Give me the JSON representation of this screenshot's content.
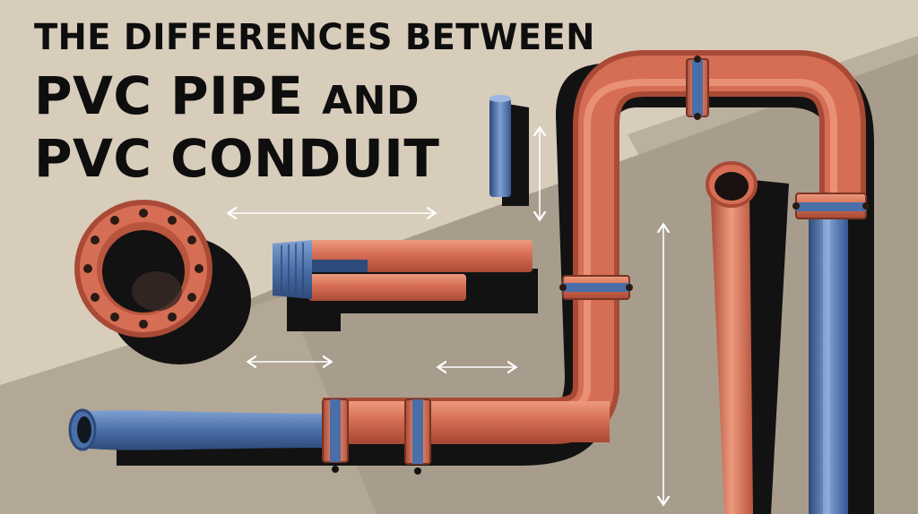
{
  "title": {
    "line1": "THE DIFFERENCES BETWEEN",
    "line2_main": "PVC PIPE",
    "line2_tail": "AND",
    "line3": "PVC CONDUIT"
  },
  "colors": {
    "background_light": "#d8ccbb",
    "background_shadow": "#a89d8c",
    "pipe_copper": "#d66e55",
    "pipe_copper_light": "#ec9a7e",
    "pipe_copper_dark": "#a94a36",
    "pipe_blue": "#4a6fa8",
    "pipe_blue_light": "#7fa0d2",
    "pipe_blue_dark": "#2e4a7a",
    "shadow": "#121212",
    "arrow": "#ffffff"
  },
  "icons": [
    "dimension-arrow-icon",
    "flange-icon",
    "pipe-elbow-icon"
  ]
}
